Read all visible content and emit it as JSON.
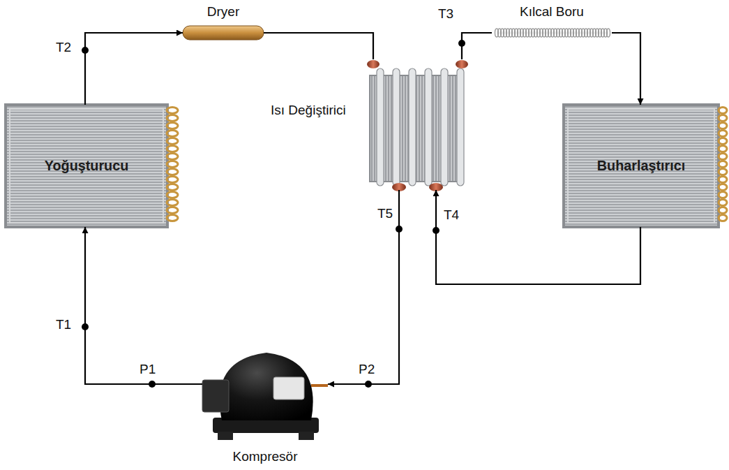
{
  "diagram": {
    "nodes": [
      {
        "text": [
          "Dryer"
        ]
      },
      {
        "text": [
          "Kılcal Boru"
        ]
      },
      {
        "text": [
          "Isı Değiştirici"
        ]
      },
      {
        "text": [
          "Yoğuşturucu"
        ]
      },
      {
        "text": [
          "Buharlaştırıcı"
        ]
      },
      {
        "text": [
          "Kompresör"
        ]
      }
    ],
    "edges": [
      {
        "from": 5,
        "to": 3,
        "arrow": "to"
      },
      {
        "from": 3,
        "to": 0,
        "arrow": "to"
      },
      {
        "from": 0,
        "to": 2,
        "arrow": "none"
      },
      {
        "from": 2,
        "to": 1,
        "arrow": "none"
      },
      {
        "from": 1,
        "to": 4,
        "arrow": "to"
      },
      {
        "from": 4,
        "to": 2,
        "arrow": "to"
      },
      {
        "from": 2,
        "to": 5,
        "arrow": "to"
      }
    ],
    "labels": [
      "T2",
      "T3",
      "T5",
      "T4",
      "T1",
      "P1",
      "P2"
    ]
  }
}
